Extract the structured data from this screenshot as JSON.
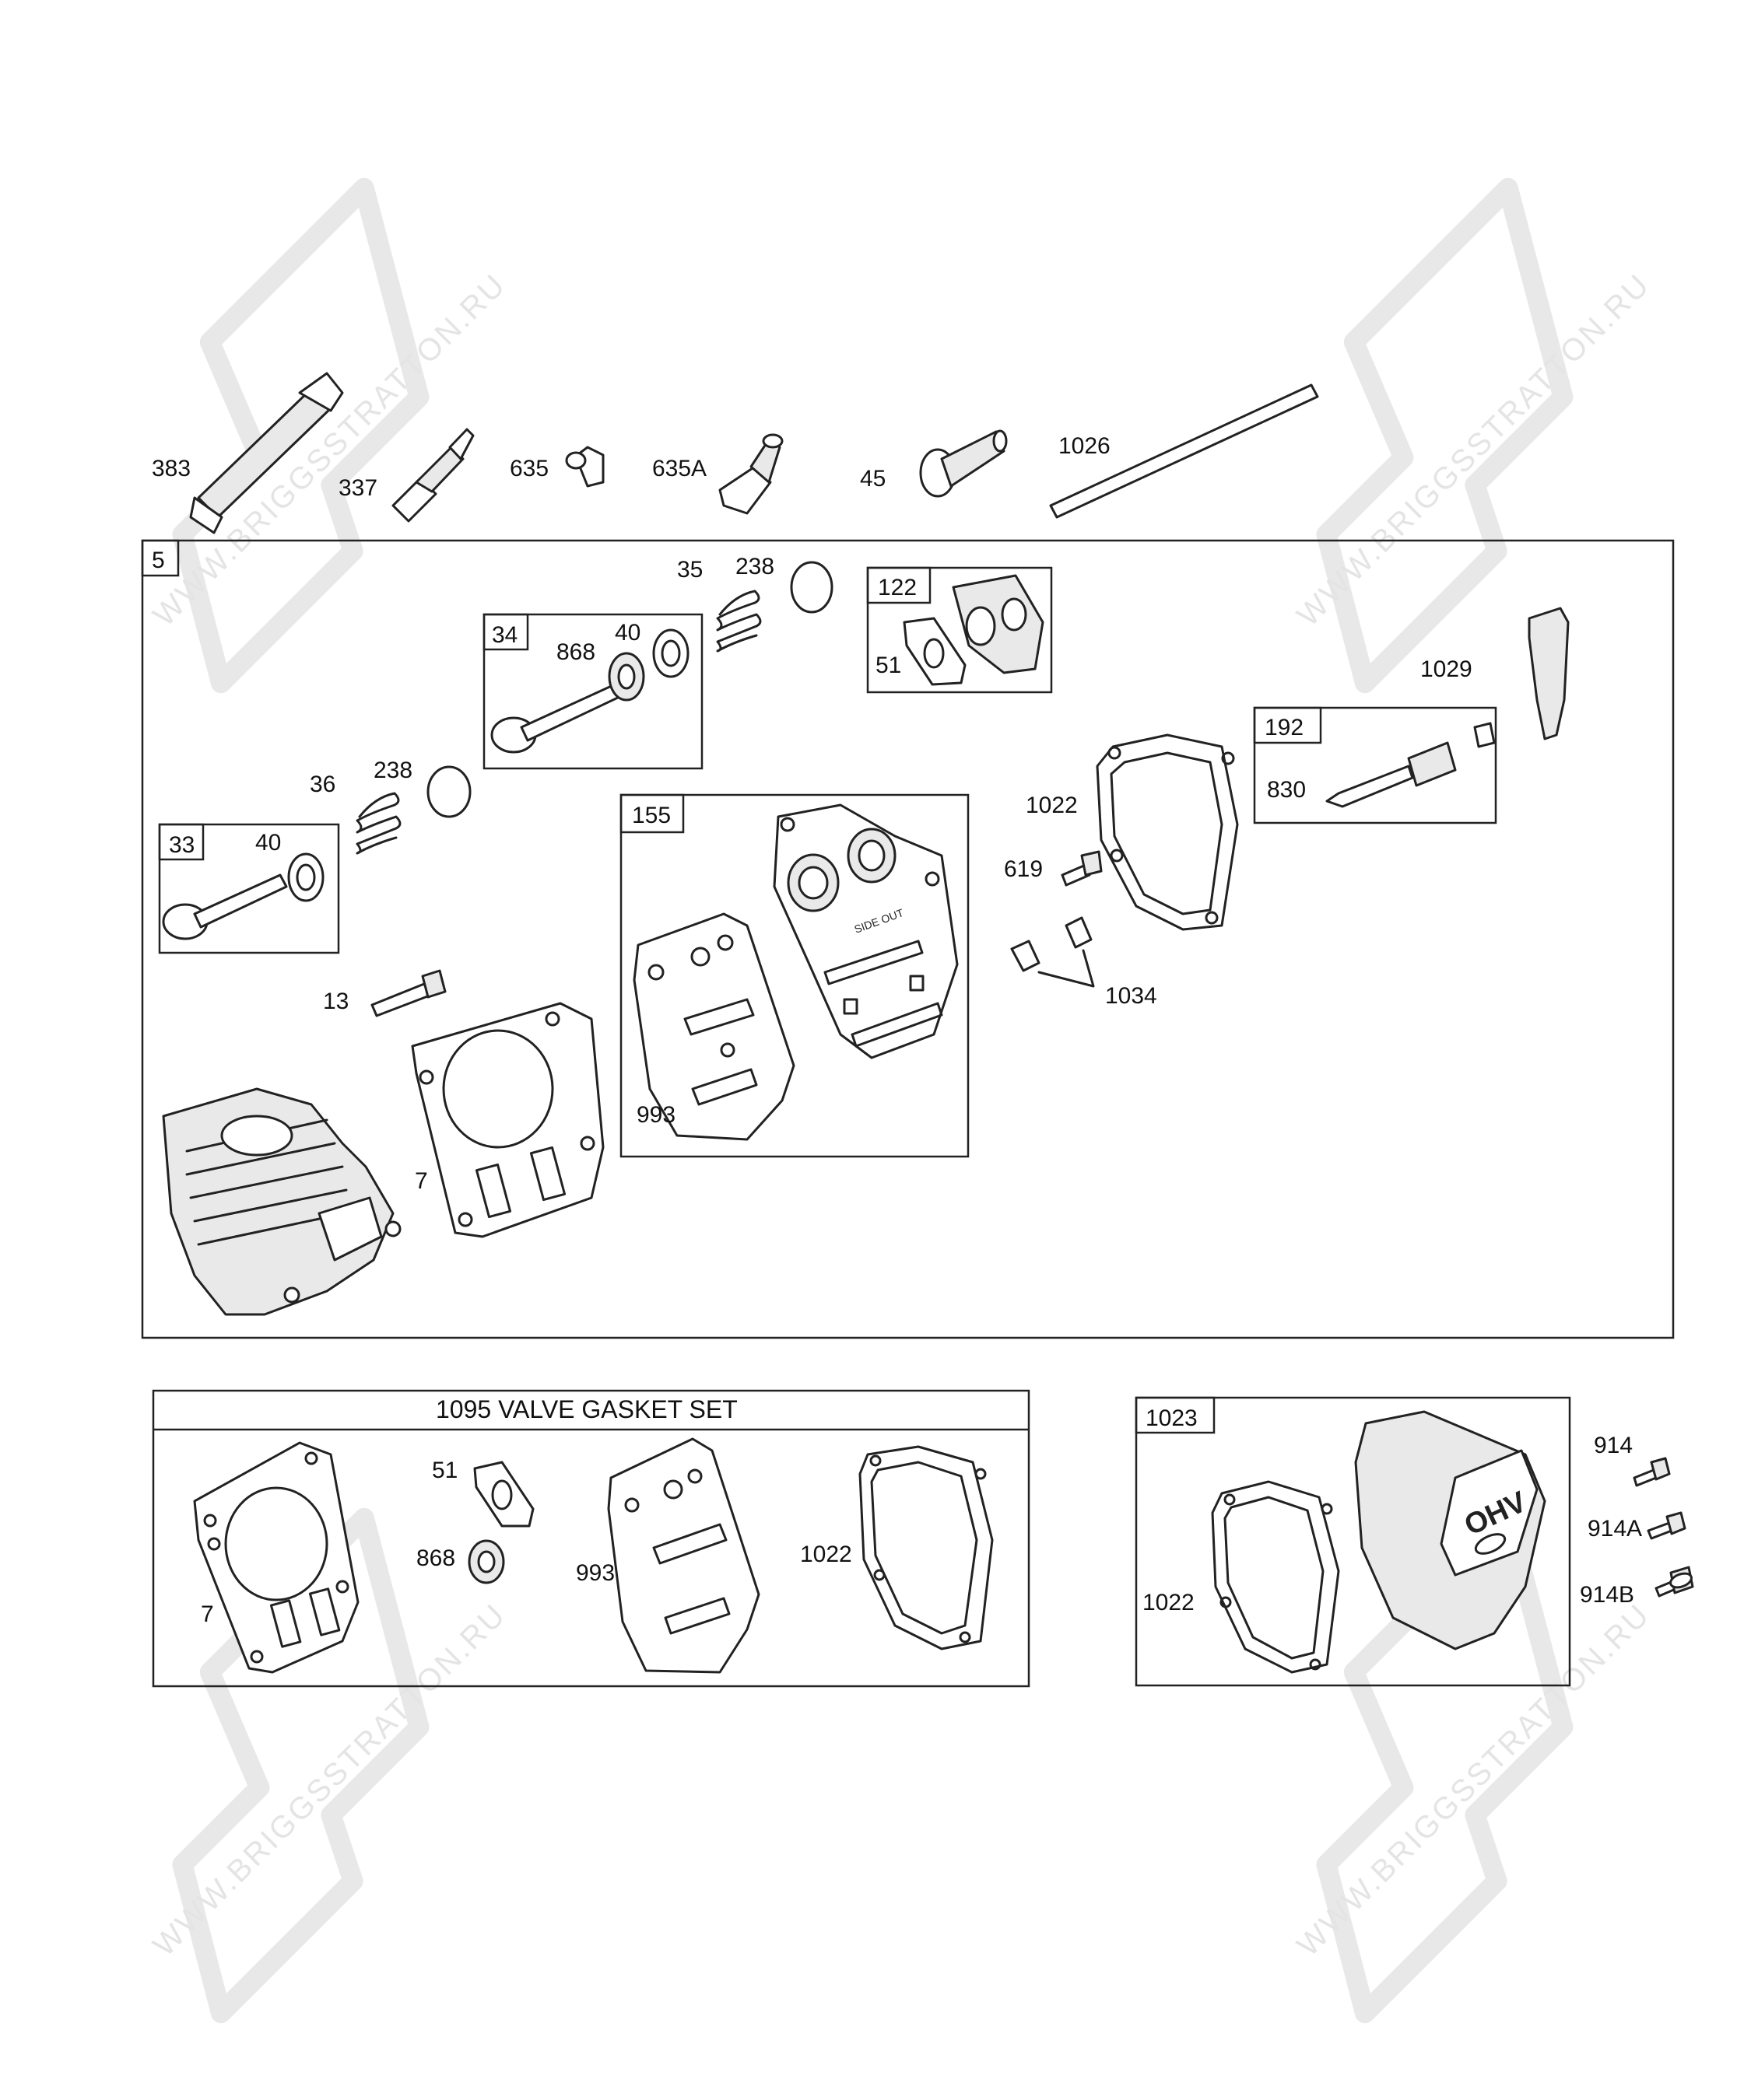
{
  "watermark": {
    "text": "WWW.BRIGGSSTRATTON.RU"
  },
  "diagram": {
    "top_parts": {
      "p383": "383",
      "p337": "337",
      "p635": "635",
      "p635a": "635A",
      "p45": "45",
      "p1026": "1026"
    },
    "main_group": {
      "number": "5",
      "p35": "35",
      "p238a": "238",
      "p238b": "238",
      "p36": "36",
      "p13": "13",
      "p7": "7",
      "p1029": "1029",
      "p1022": "1022",
      "p619": "619",
      "p1034": "1034",
      "kit34": {
        "number": "34",
        "p868": "868",
        "p40": "40"
      },
      "kit33": {
        "number": "33",
        "p40": "40"
      },
      "kit122": {
        "number": "122",
        "p51": "51"
      },
      "kit192": {
        "number": "192",
        "p830": "830"
      },
      "kit155": {
        "number": "155",
        "p993": "993",
        "side_out": "SIDE OUT"
      }
    },
    "gasket_set": {
      "title": "1095 VALVE GASKET SET",
      "p7": "7",
      "p51": "51",
      "p868": "868",
      "p993": "993",
      "p1022": "1022"
    },
    "cover_kit": {
      "number": "1023",
      "p1022": "1022",
      "logo": "OHV"
    },
    "screws": {
      "p914": "914",
      "p914a": "914A",
      "p914b": "914B"
    }
  }
}
